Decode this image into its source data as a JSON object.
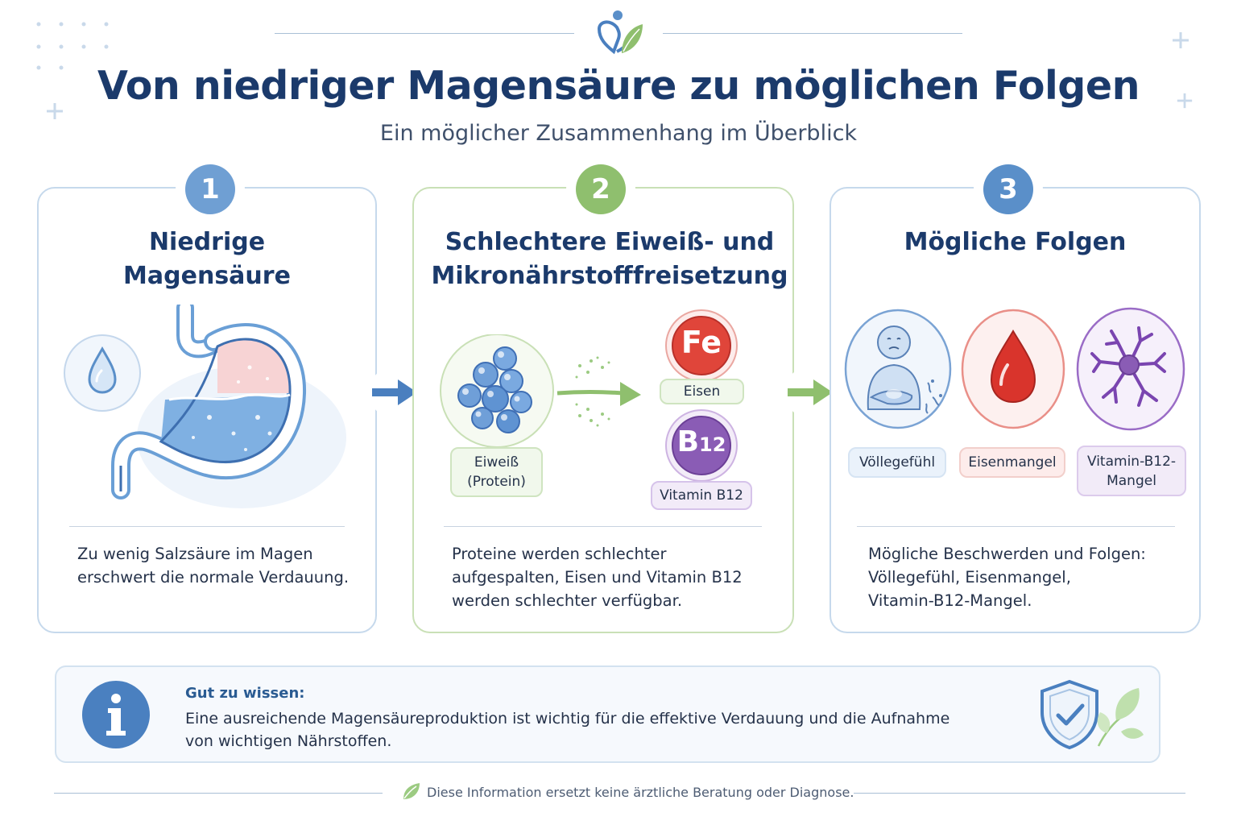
{
  "header": {
    "title": "Von niedriger Magensäure zu möglichen Folgen",
    "subtitle": "Ein möglicher Zusammenhang im Überblick"
  },
  "steps": [
    {
      "number": "1",
      "title_line1": "Niedrige",
      "title_line2": "Magensäure",
      "text_line1": "Zu wenig Salzsäure im Magen",
      "text_line2": "erschwert die normale Verdauung."
    },
    {
      "number": "2",
      "title_line1": "Schlechtere Eiweiß- und",
      "title_line2": "Mikronährstofffreisetzung",
      "protein_label_line1": "Eiweiß",
      "protein_label_line2": "(Protein)",
      "iron_symbol": "Fe",
      "iron_label": "Eisen",
      "b12_symbol_main": "B",
      "b12_symbol_sub": "12",
      "b12_label": "Vitamin B12",
      "text_line1": "Proteine werden schlechter",
      "text_line2": "aufgespalten, Eisen und Vitamin B12",
      "text_line3": "werden schlechter verfügbar."
    },
    {
      "number": "3",
      "title_line1": "Mögliche Folgen",
      "consequences": [
        {
          "label_line1": "Völlegefühl",
          "label_line2": ""
        },
        {
          "label_line1": "Eisenmangel",
          "label_line2": ""
        },
        {
          "label_line1": "Vitamin-B12-",
          "label_line2": "Mangel"
        }
      ],
      "text_line1": "Mögliche Beschwerden und Folgen:",
      "text_line2": "Völlegefühl, Eisenmangel,",
      "text_line3": "Vitamin-B12-Mangel."
    }
  ],
  "info": {
    "heading": "Gut zu wissen:",
    "text_line1": "Eine ausreichende Magensäureproduktion ist wichtig für die effektive Verdauung und die Aufnahme",
    "text_line2": "von wichtigen Nährstoffen."
  },
  "footer": {
    "note": "Diese Information ersetzt keine ärztliche Beratung oder Diagnose."
  },
  "colors": {
    "navy": "#1b3a6b",
    "step1": "#6f9fd3",
    "step2": "#8fbf6e",
    "step3": "#5a8fc9",
    "iron_red": "#e0453a",
    "b12_purple": "#8a5cb5",
    "leaf_green": "#7fb56a"
  },
  "icons": {
    "logo": "heart-person-leaf-icon",
    "droplet": "water-drop-icon",
    "stomach": "stomach-icon",
    "protein": "protein-molecule-icon",
    "bloating": "bloated-person-icon",
    "blood": "blood-drop-icon",
    "nerve": "nerve-cell-icon",
    "info": "info-icon",
    "shield": "shield-check-icon",
    "leaf": "leaf-icon"
  }
}
